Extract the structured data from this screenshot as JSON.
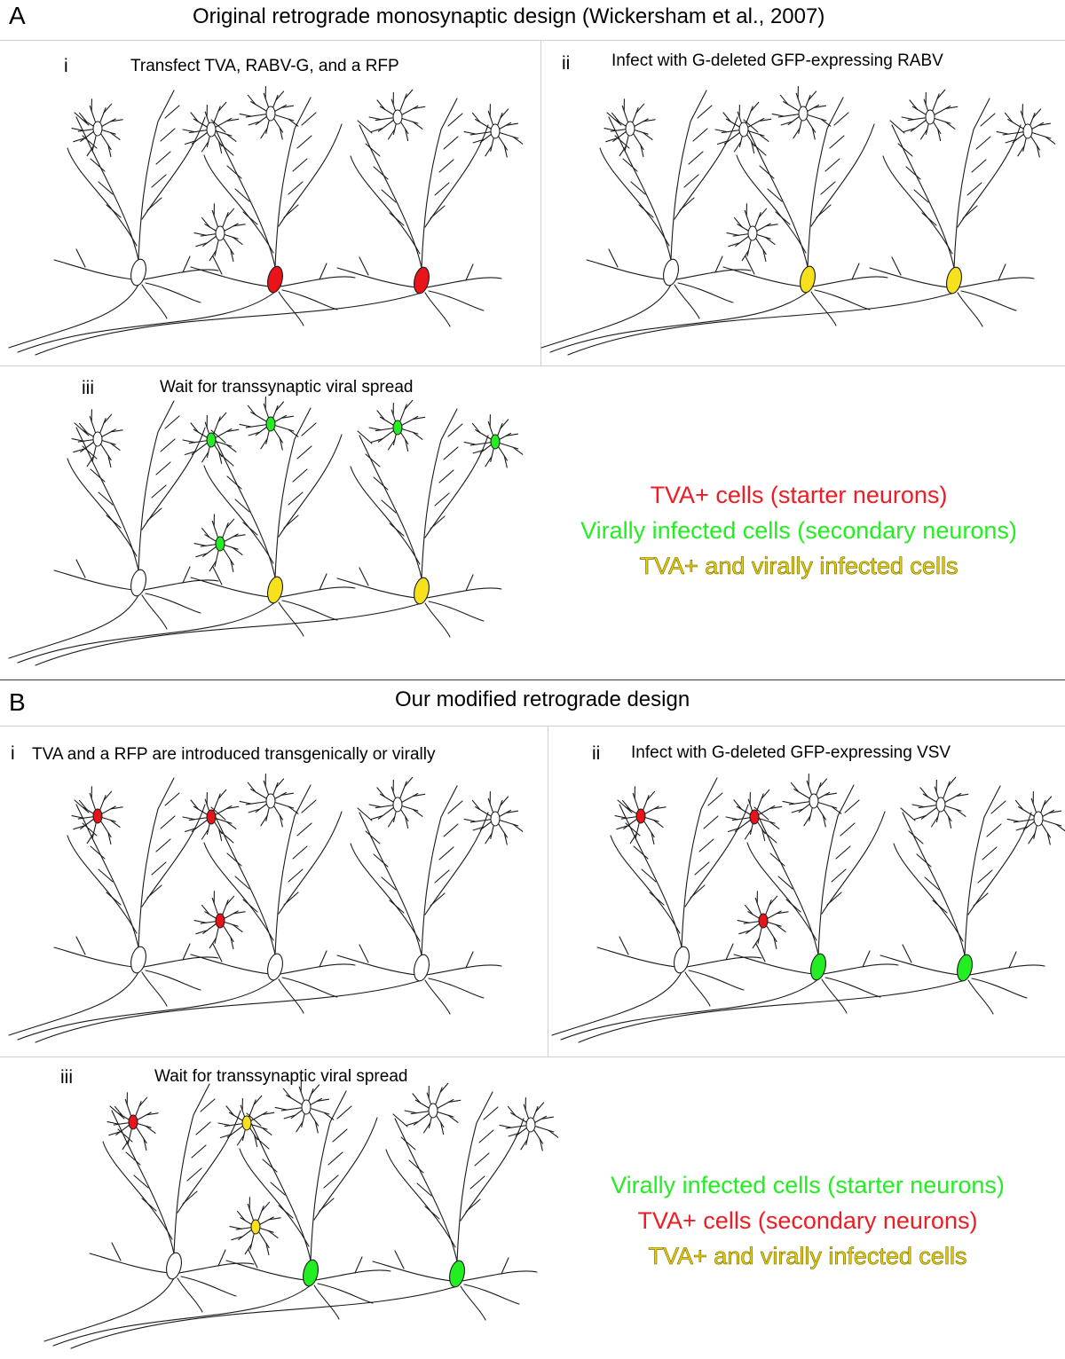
{
  "colors": {
    "red": "#e8141a",
    "green": "#22ee22",
    "yellow": "#f7e11c",
    "empty": "#ffffff",
    "stroke": "#1a1a1a",
    "legend_red": "#ee1c23",
    "legend_green": "#22ee22",
    "legend_yellow": "#e8d200"
  },
  "section_a": {
    "letter": "A",
    "title": "Original retrograde monosynaptic design (Wickersham et al., 2007)",
    "panels": [
      {
        "roman": "i",
        "caption": "Transfect TVA, RABV-G, and a RFP",
        "small_soma_colors": [
          "empty",
          "empty",
          "empty",
          "empty",
          "empty",
          "empty"
        ],
        "large_soma_colors": [
          "empty",
          "red",
          "red"
        ]
      },
      {
        "roman": "ii",
        "caption": "Infect with G-deleted GFP-expressing RABV",
        "small_soma_colors": [
          "empty",
          "empty",
          "empty",
          "empty",
          "empty",
          "empty"
        ],
        "large_soma_colors": [
          "empty",
          "yellow",
          "yellow"
        ]
      },
      {
        "roman": "iii",
        "caption": "Wait for transsynaptic viral spread",
        "small_soma_colors": [
          "empty",
          "green",
          "green",
          "green",
          "green",
          "green"
        ],
        "large_soma_colors": [
          "empty",
          "yellow",
          "yellow"
        ]
      }
    ],
    "legend": [
      {
        "text": "TVA+ cells (starter neurons)",
        "color": "red"
      },
      {
        "text": "Virally infected cells (secondary neurons)",
        "color": "green"
      },
      {
        "text": "TVA+ and virally infected cells",
        "color": "yellow"
      }
    ]
  },
  "section_b": {
    "letter": "B",
    "title": "Our modified retrograde design",
    "panels": [
      {
        "roman": "i",
        "caption": "TVA and a RFP are introduced transgenically or virally",
        "small_soma_colors": [
          "red",
          "red",
          "empty",
          "red",
          "empty",
          "empty"
        ],
        "large_soma_colors": [
          "empty",
          "empty",
          "empty"
        ]
      },
      {
        "roman": "ii",
        "caption": "Infect with G-deleted GFP-expressing VSV",
        "small_soma_colors": [
          "red",
          "red",
          "empty",
          "red",
          "empty",
          "empty"
        ],
        "large_soma_colors": [
          "empty",
          "green",
          "green"
        ]
      },
      {
        "roman": "iii",
        "caption": "Wait for transsynaptic viral spread",
        "small_soma_colors": [
          "red",
          "yellow",
          "empty",
          "yellow",
          "empty",
          "empty"
        ],
        "large_soma_colors": [
          "empty",
          "green",
          "green"
        ]
      }
    ],
    "legend": [
      {
        "text": "Virally infected cells (starter neurons)",
        "color": "green"
      },
      {
        "text": "TVA+ cells (secondary neurons)",
        "color": "red"
      },
      {
        "text": "TVA+ and virally infected cells",
        "color": "yellow"
      }
    ]
  }
}
